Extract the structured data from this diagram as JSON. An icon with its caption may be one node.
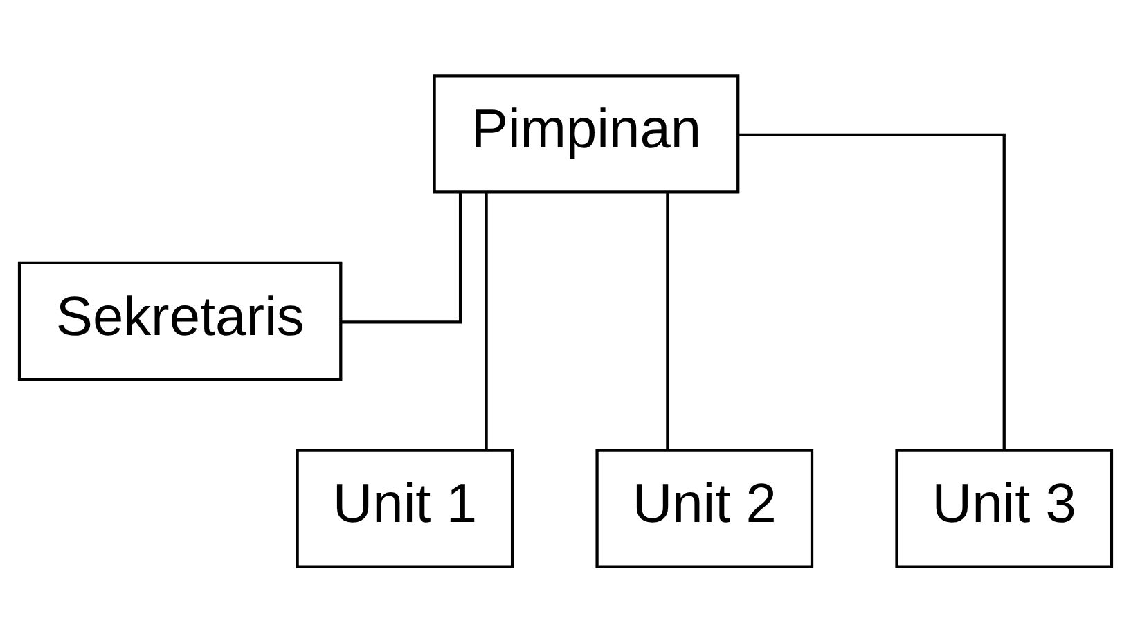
{
  "diagram": {
    "nodes": [
      {
        "text": [
          "Pimpinan"
        ]
      },
      {
        "text": [
          "Sekretaris"
        ]
      },
      {
        "text": [
          "Unit 1"
        ]
      },
      {
        "text": [
          "Unit 2"
        ]
      },
      {
        "text": [
          "Unit 3"
        ]
      }
    ],
    "edges": [
      {
        "from": 0,
        "to": 1,
        "arrow": "none"
      },
      {
        "from": 0,
        "to": 2,
        "arrow": "none"
      },
      {
        "from": 0,
        "to": 3,
        "arrow": "none"
      },
      {
        "from": 0,
        "to": 4,
        "arrow": "none"
      }
    ]
  }
}
